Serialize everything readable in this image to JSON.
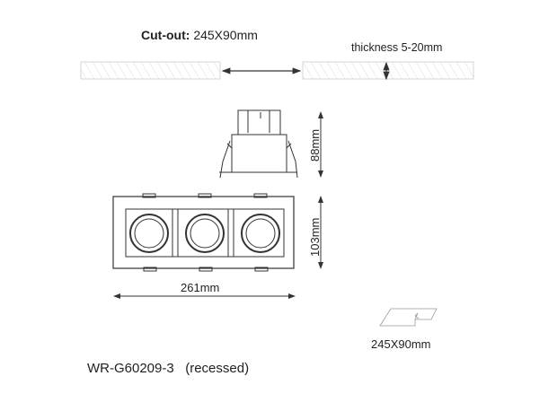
{
  "cutout": {
    "label": "Cut-out:",
    "value": "245X90mm"
  },
  "thickness": "thickness 5-20mm",
  "dimensions": {
    "height": "88mm",
    "depth": "103mm",
    "width": "261mm"
  },
  "cutout_icon_label": "245X90mm",
  "model": {
    "name": "WR-G60209-3",
    "type": "(recessed)"
  }
}
